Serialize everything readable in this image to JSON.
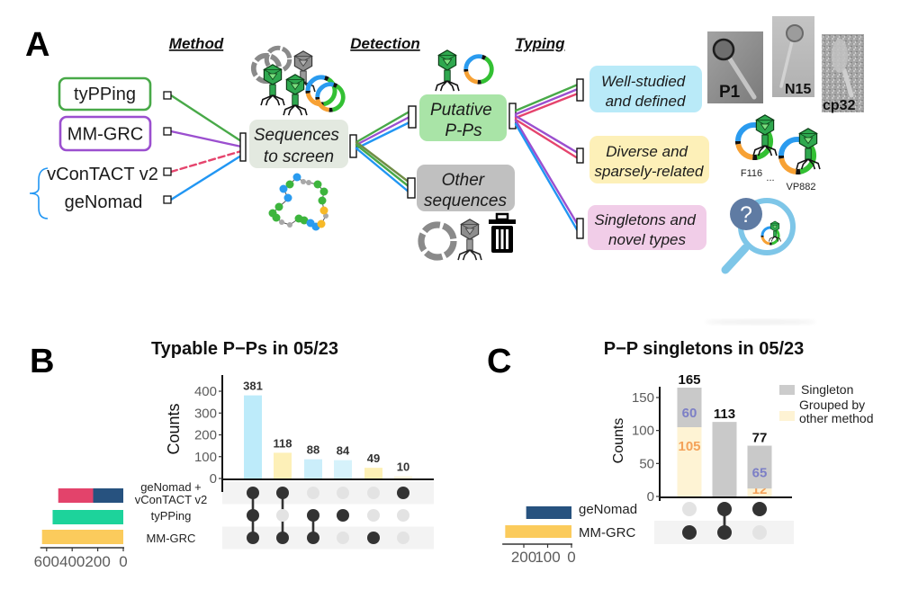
{
  "panel_a": {
    "label": "A",
    "headers": {
      "method": "Method",
      "detection": "Detection",
      "typing": "Typing"
    },
    "methods": [
      {
        "name": "tyPPing",
        "color": "#48A948"
      },
      {
        "name": "MM-GRC",
        "color": "#9B4FCF"
      },
      {
        "name": "vConTACT v2",
        "color": "#E5446D",
        "line_style": "dashed"
      },
      {
        "name": "geNomad",
        "color": "#2196F3"
      }
    ],
    "group_brace_color": "#2196F3",
    "other_connector_color": "#6F8D45",
    "screen_node": {
      "lines": [
        "Sequences",
        "to screen"
      ],
      "fill": "#E3E9E0"
    },
    "detection_nodes": [
      {
        "lines": [
          "Putative",
          "P-Ps"
        ],
        "fill": "#A9E4A7"
      },
      {
        "lines": [
          "Other",
          "sequences"
        ],
        "fill": "#C0C0C0"
      }
    ],
    "typing_nodes": [
      {
        "lines": [
          "Well-studied",
          "and defined"
        ],
        "fill": "#B9EAF8"
      },
      {
        "lines": [
          "Diverse and",
          "sparsely-related"
        ],
        "fill": "#FDF0B8"
      },
      {
        "lines": [
          "Singletons and",
          "novel types"
        ],
        "fill": "#F1CDE8"
      }
    ],
    "em_images": [
      {
        "label": "P1"
      },
      {
        "label": "N15"
      },
      {
        "label": "cp32"
      }
    ],
    "examples": [
      "F116",
      "...",
      "VP882"
    ],
    "unknown_symbol": "?"
  },
  "chart_data": [
    {
      "panel_label": "B",
      "type": "bar",
      "subtype": "upset",
      "title": "Typable P−Ps in 05/23",
      "xlabel": "",
      "ylabel": "Counts",
      "ylim": [
        0,
        470
      ],
      "yticks": [
        0,
        100,
        200,
        300,
        400
      ],
      "grid": false,
      "sets": [
        {
          "name_lines": [
            "geNomad +",
            "vConTACT v2"
          ],
          "size": 509,
          "segments": [
            {
              "value": 236,
              "color": "#27527F"
            },
            {
              "value": 273,
              "color": "#E3436B"
            }
          ]
        },
        {
          "name_lines": [
            "tyPPing"
          ],
          "size": 553,
          "segments": [
            {
              "value": 553,
              "color": "#1DD39B"
            }
          ]
        },
        {
          "name_lines": [
            "MM-GRC"
          ],
          "size": 636,
          "segments": [
            {
              "value": 636,
              "color": "#FBCB5C"
            }
          ]
        }
      ],
      "set_size_ticks": [
        600,
        400,
        200,
        0
      ],
      "set_size_xlim": [
        0,
        650
      ],
      "intersections": [
        {
          "value": 381,
          "members": [
            1,
            1,
            1
          ],
          "color": "#BDEBFA"
        },
        {
          "value": 118,
          "members": [
            1,
            0,
            1
          ],
          "color": "#FDF0B8"
        },
        {
          "value": 88,
          "members": [
            0,
            1,
            1
          ],
          "color": "#CBEEFA"
        },
        {
          "value": 84,
          "members": [
            0,
            1,
            0
          ],
          "color": "#D6F2FB"
        },
        {
          "value": 49,
          "members": [
            0,
            0,
            1
          ],
          "color": "#FDF0B6"
        },
        {
          "value": 10,
          "members": [
            1,
            0,
            0
          ],
          "color": "#FEF5DC"
        }
      ]
    },
    {
      "panel_label": "C",
      "type": "bar",
      "subtype": "upset-stacked",
      "title": "P−P singletons in 05/23",
      "xlabel": "",
      "ylabel": "Counts",
      "ylim": [
        0,
        166
      ],
      "yticks": [
        0,
        50,
        100,
        150
      ],
      "grid": false,
      "legend": {
        "position": "top-right",
        "entries": [
          {
            "label_lines": [
              "Singleton"
            ],
            "color": "#CCCCCC"
          },
          {
            "label_lines": [
              "Grouped by",
              "other method"
            ],
            "color": "#FEF3D4"
          }
        ]
      },
      "sets": [
        {
          "name": "geNomad",
          "size": 190,
          "color": "#27527F"
        },
        {
          "name": "MM-GRC",
          "size": 278,
          "color": "#FBCB5C"
        }
      ],
      "set_size_ticks": [
        200,
        100,
        0
      ],
      "set_size_xlim": [
        0,
        290
      ],
      "totals": [
        165,
        113,
        77
      ],
      "members": [
        [
          0,
          1
        ],
        [
          1,
          1
        ],
        [
          1,
          0
        ]
      ],
      "series": [
        {
          "name": "Grouped by other method",
          "values": [
            105,
            0,
            12
          ],
          "color": "#FEF3D4",
          "label_color": "#F4A259",
          "labels_shown": [
            true,
            false,
            true
          ]
        },
        {
          "name": "Singleton",
          "values": [
            60,
            113,
            65
          ],
          "color": "#C9C9C9",
          "label_color": "#7C7FC6",
          "labels_shown": [
            true,
            false,
            true
          ]
        }
      ]
    }
  ]
}
